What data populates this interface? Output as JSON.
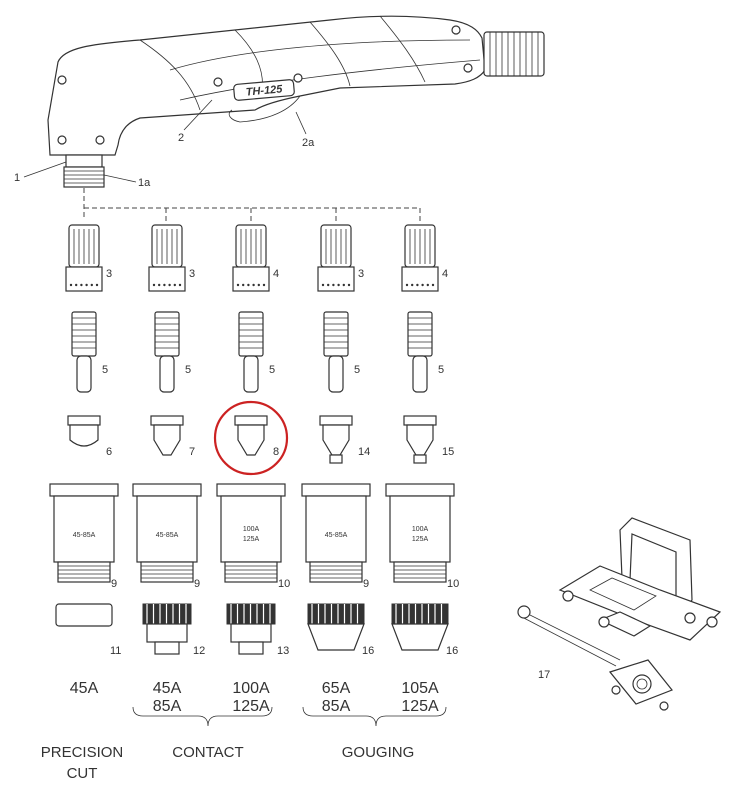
{
  "torch": {
    "badge": "TH-125",
    "callouts": [
      "1",
      "1a",
      "2",
      "2a"
    ]
  },
  "columns": [
    {
      "id": "c1",
      "swirl": "3",
      "electrode": "5",
      "tip": "6",
      "cup": "9",
      "cup_text": [
        "45-85A"
      ],
      "bottom": "11",
      "amps": [
        "45A"
      ]
    },
    {
      "id": "c2",
      "swirl": "3",
      "electrode": "5",
      "tip": "7",
      "cup": "9",
      "cup_text": [
        "45-85A"
      ],
      "bottom": "12",
      "amps": [
        "45A",
        "85A"
      ]
    },
    {
      "id": "c3",
      "swirl": "4",
      "electrode": "5",
      "tip": "8",
      "cup": "10",
      "cup_text": [
        "100A",
        "125A"
      ],
      "bottom": "13",
      "amps": [
        "100A",
        "125A"
      ],
      "highlighted": true
    },
    {
      "id": "c4",
      "swirl": "3",
      "electrode": "5",
      "tip": "14",
      "cup": "9",
      "cup_text": [
        "45-85A"
      ],
      "bottom": "16",
      "amps": [
        "65A",
        "85A"
      ]
    },
    {
      "id": "c5",
      "swirl": "4",
      "electrode": "5",
      "tip": "15",
      "cup": "10",
      "cup_text": [
        "100A",
        "125A"
      ],
      "bottom": "16",
      "amps": [
        "105A",
        "125A"
      ]
    }
  ],
  "groups": [
    {
      "id": "precision",
      "lines": [
        "PRECISION",
        "CUT"
      ]
    },
    {
      "id": "contact",
      "lines": [
        "CONTACT"
      ]
    },
    {
      "id": "gouging",
      "lines": [
        "GOUGING"
      ]
    }
  ],
  "guide": {
    "callout": "17"
  },
  "colors": {
    "highlight": "#cc2222",
    "ink": "#333333"
  }
}
